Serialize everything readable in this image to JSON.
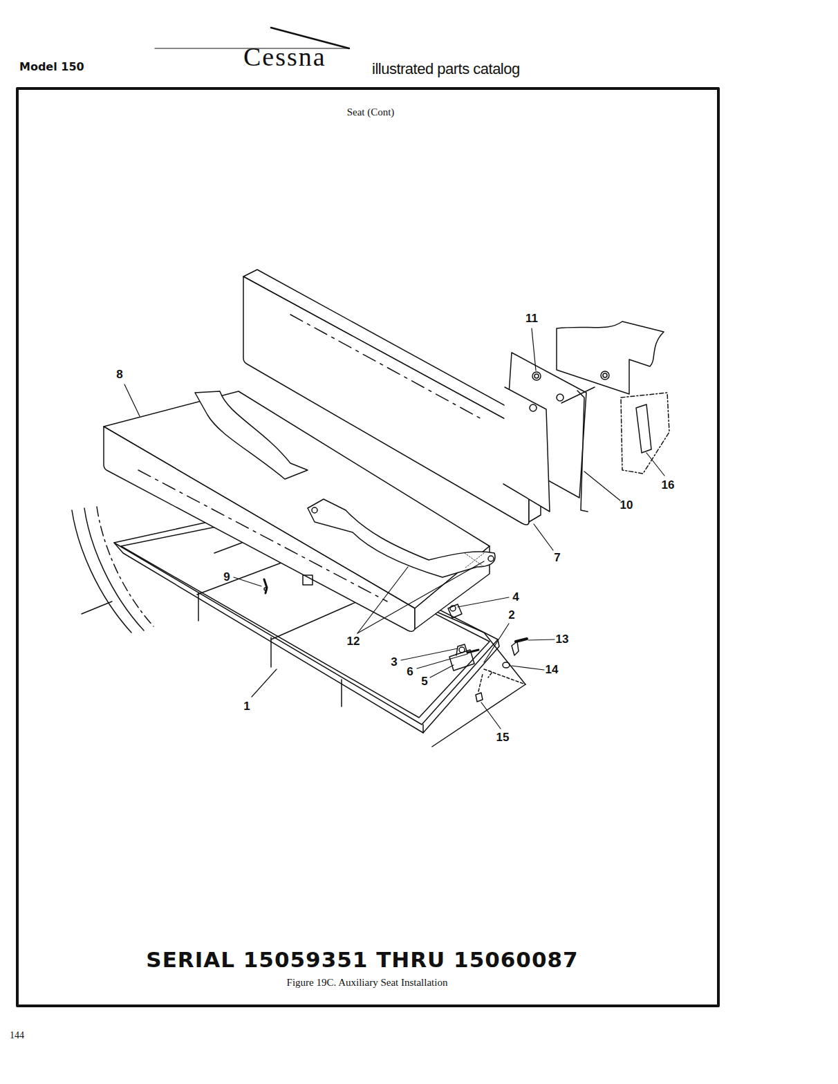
{
  "diagram": {
    "title": "Seat (Cont)",
    "caption": "Figure 19C.  Auxiliary Seat Installation",
    "labels": [
      "Model 150",
      "Cessna",
      "illustrated parts catalog",
      "11",
      "8",
      "16",
      "10",
      "7",
      "9",
      "4",
      "2",
      "12",
      "13",
      "3",
      "14",
      "6",
      "5",
      "1",
      "15",
      "SERIAL 15059351 THRU 15060087",
      "144"
    ]
  }
}
